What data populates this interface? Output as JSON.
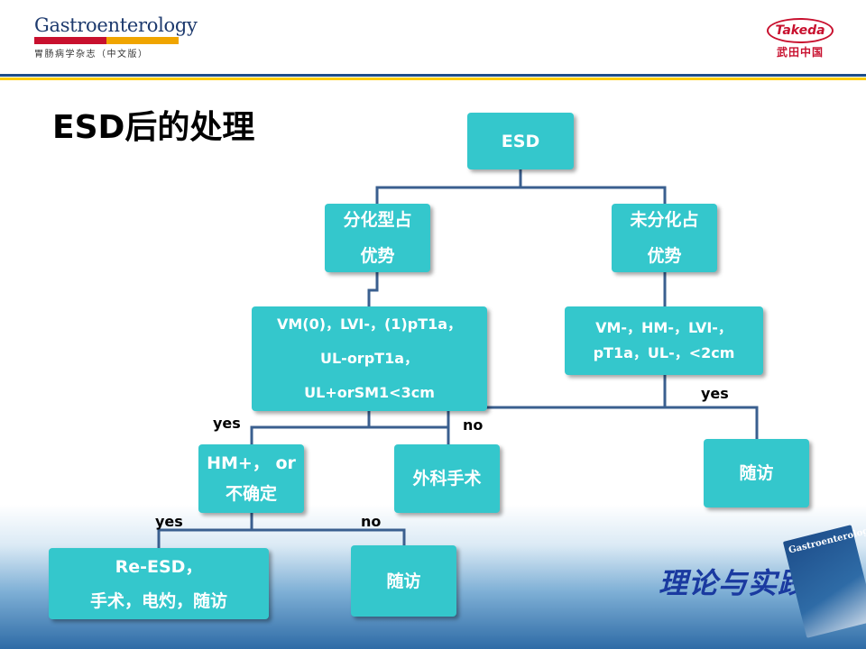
{
  "header": {
    "logo_title": "Gastroenterology",
    "logo_subtitle": "胃肠病学杂志（中文版）",
    "brand_name": "Takeda",
    "brand_cn": "武田中国"
  },
  "title": "ESD后的处理",
  "nodes": {
    "esd": "ESD",
    "differentiated": [
      "分化型占",
      "优势"
    ],
    "undifferentiated": [
      "未分化占",
      "优势"
    ],
    "diff_criteria": [
      "VM(0)，LVI-，(1)pT1a，",
      "UL-orpT1a，",
      "UL+orSM1<3cm"
    ],
    "undiff_criteria": [
      "VM-，HM-，LVI-，",
      "pT1a，UL-，<2cm"
    ],
    "hm_uncertain": [
      "HM+， or",
      "不确定"
    ],
    "surgery": "外科手术",
    "follow_up_right": "随访",
    "re_esd": [
      "Re-ESD，",
      "手术，电灼，随访"
    ],
    "follow_up_bottom": "随访"
  },
  "edge_labels": {
    "yes_1": "yes",
    "no_1": "no",
    "yes_2": "yes",
    "yes_3": "yes",
    "no_2": "no"
  },
  "promo": {
    "text": "理论与实践",
    "magazine": "Gastroenterology"
  },
  "colors": {
    "box_fill": "#34c7cc",
    "connector": "#3a5f8f",
    "brand_red": "#c8102e",
    "brand_blue": "#1d4d8a",
    "brand_yellow": "#ffcc00"
  }
}
